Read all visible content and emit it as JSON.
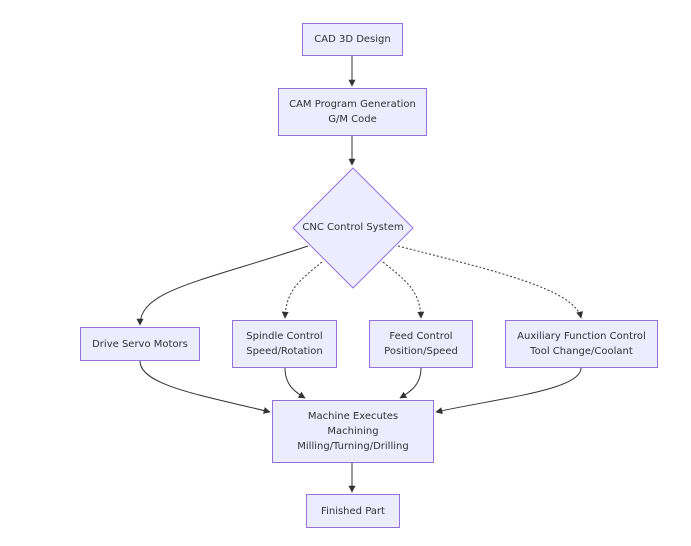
{
  "diagram": {
    "nodes": {
      "cad": {
        "lines": [
          "CAD 3D Design"
        ]
      },
      "cam": {
        "lines": [
          "CAM Program Generation",
          "G/M Code"
        ]
      },
      "cnc": {
        "lines": [
          "CNC Control System"
        ]
      },
      "drive": {
        "lines": [
          "Drive Servo Motors"
        ]
      },
      "spindle": {
        "lines": [
          "Spindle Control",
          "Speed/Rotation"
        ]
      },
      "feed": {
        "lines": [
          "Feed Control",
          "Position/Speed"
        ]
      },
      "aux": {
        "lines": [
          "Auxiliary Function Control",
          "Tool Change/Coolant"
        ]
      },
      "machine": {
        "lines": [
          "Machine Executes",
          "Machining",
          "Milling/Turning/Drilling"
        ]
      },
      "finished": {
        "lines": [
          "Finished Part"
        ]
      }
    },
    "edges": [
      {
        "from": "cad",
        "to": "cam",
        "style": "solid"
      },
      {
        "from": "cam",
        "to": "cnc",
        "style": "solid"
      },
      {
        "from": "cnc",
        "to": "drive",
        "style": "solid"
      },
      {
        "from": "cnc",
        "to": "spindle",
        "style": "dotted"
      },
      {
        "from": "cnc",
        "to": "feed",
        "style": "dotted"
      },
      {
        "from": "cnc",
        "to": "aux",
        "style": "dotted"
      },
      {
        "from": "drive",
        "to": "machine",
        "style": "solid"
      },
      {
        "from": "spindle",
        "to": "machine",
        "style": "solid"
      },
      {
        "from": "feed",
        "to": "machine",
        "style": "solid"
      },
      {
        "from": "aux",
        "to": "machine",
        "style": "solid"
      },
      {
        "from": "machine",
        "to": "finished",
        "style": "solid"
      }
    ],
    "colors": {
      "node_fill": "#ececff",
      "node_border": "#9370db",
      "edge": "#333333",
      "text": "#333333"
    }
  }
}
